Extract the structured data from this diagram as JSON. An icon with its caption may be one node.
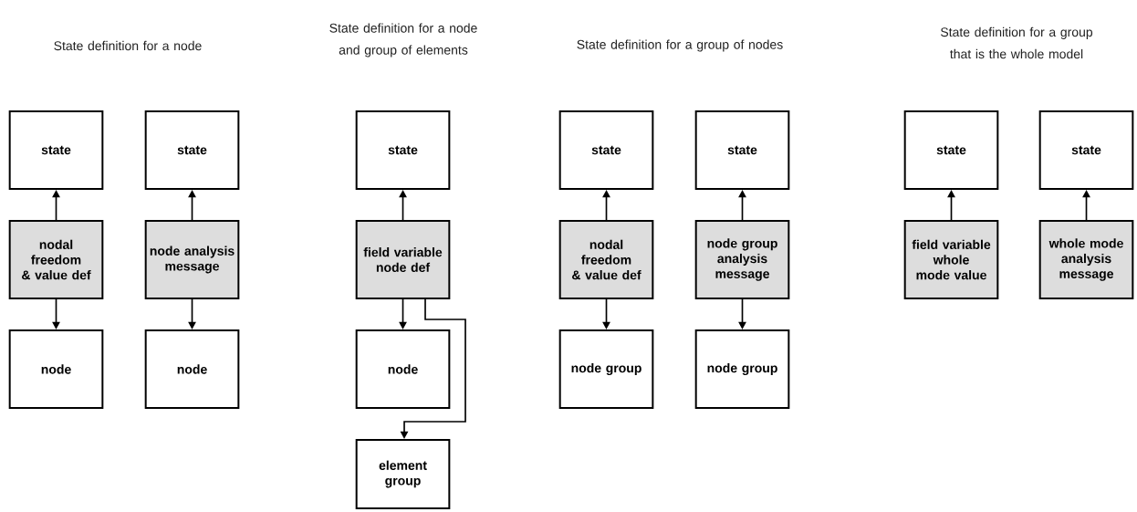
{
  "diagram": {
    "nodes": [
      {
        "text": [
          "state"
        ]
      },
      {
        "text": [
          "nodal freedom & value def"
        ]
      },
      {
        "text": [
          "node"
        ]
      },
      {
        "text": [
          "state"
        ]
      },
      {
        "text": [
          "node analysis message"
        ]
      },
      {
        "text": [
          "node"
        ]
      },
      {
        "text": [
          "state"
        ]
      },
      {
        "text": [
          "field variable node def"
        ]
      },
      {
        "text": [
          "node"
        ]
      },
      {
        "text": [
          "element group"
        ]
      },
      {
        "text": [
          "state"
        ]
      },
      {
        "text": [
          "nodal freedom & value def"
        ]
      },
      {
        "text": [
          "node group"
        ]
      },
      {
        "text": [
          "state"
        ]
      },
      {
        "text": [
          "node group analysis message"
        ]
      },
      {
        "text": [
          "node group"
        ]
      },
      {
        "text": [
          "state"
        ]
      },
      {
        "text": [
          "field variable whole mode value"
        ]
      },
      {
        "text": [
          "state"
        ]
      },
      {
        "text": [
          "whole mode analysis message"
        ]
      }
    ],
    "edges": [
      {
        "from": 1,
        "to": 0,
        "arrow": "to"
      },
      {
        "from": 1,
        "to": 2,
        "arrow": "to"
      },
      {
        "from": 4,
        "to": 3,
        "arrow": "to"
      },
      {
        "from": 4,
        "to": 5,
        "arrow": "to"
      },
      {
        "from": 7,
        "to": 6,
        "arrow": "to"
      },
      {
        "from": 7,
        "to": 8,
        "arrow": "to"
      },
      {
        "from": 7,
        "to": 9,
        "arrow": "to"
      },
      {
        "from": 11,
        "to": 10,
        "arrow": "to"
      },
      {
        "from": 11,
        "to": 12,
        "arrow": "to"
      },
      {
        "from": 14,
        "to": 13,
        "arrow": "to"
      },
      {
        "from": 14,
        "to": 15,
        "arrow": "to"
      },
      {
        "from": 17,
        "to": 16,
        "arrow": "to"
      },
      {
        "from": 19,
        "to": 18,
        "arrow": "to"
      }
    ],
    "labels": [
      "State definition for a node",
      "State definition for a node and group of elements",
      "State definition for a group of nodes",
      "State definition for a group that is the whole model"
    ]
  }
}
